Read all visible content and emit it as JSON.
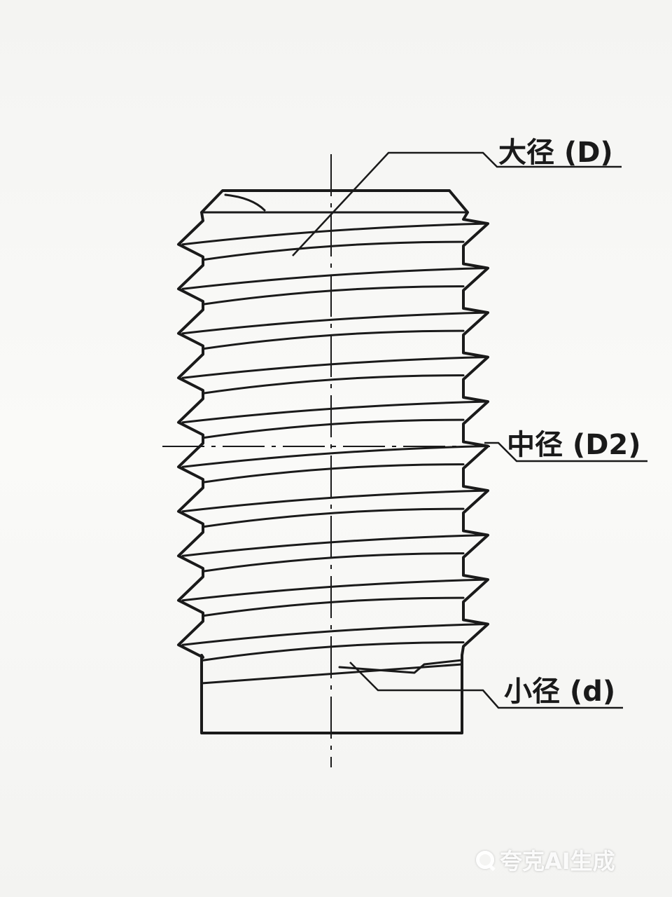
{
  "labels": {
    "major_diameter": "大径 (D)",
    "pitch_diameter": "中径 (D2)",
    "minor_diameter": "小径 (d)"
  },
  "watermark": {
    "text": "夸克AI生成",
    "icon": "search-icon"
  },
  "colors": {
    "ink": "#1a1a1a",
    "paper": "#f7f7f5"
  }
}
